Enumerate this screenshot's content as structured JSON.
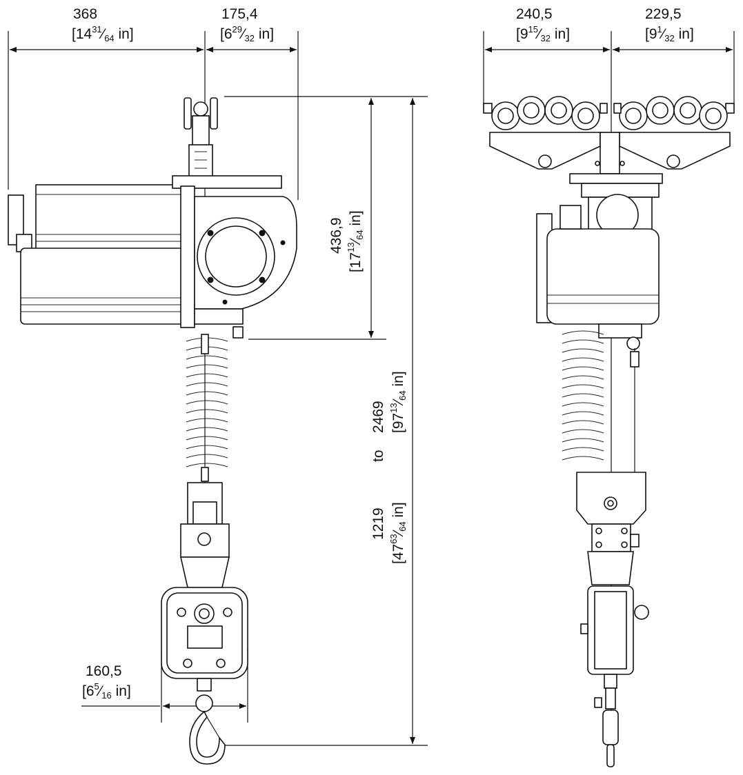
{
  "dimensions": {
    "width_left": {
      "mm": "368",
      "in_whole": "14",
      "in_num": "31",
      "in_den": "64",
      "unit": "in"
    },
    "width_right": {
      "mm": "175,4",
      "in_whole": "6",
      "in_num": "29",
      "in_den": "32",
      "unit": "in"
    },
    "width_trolley_left": {
      "mm": "240,5",
      "in_whole": "9",
      "in_num": "15",
      "in_den": "32",
      "unit": "in"
    },
    "width_trolley_right": {
      "mm": "229,5",
      "in_whole": "9",
      "in_num": "1",
      "in_den": "32",
      "unit": "in"
    },
    "height_body": {
      "mm": "436,9",
      "in_whole": "17",
      "in_num": "13",
      "in_den": "64",
      "unit": "in"
    },
    "height_max": {
      "mm": "2469",
      "in_whole": "97",
      "in_num": "13",
      "in_den": "64",
      "unit": "in"
    },
    "height_min": {
      "mm": "1219",
      "in_whole": "47",
      "in_num": "63",
      "in_den": "64",
      "unit": "in"
    },
    "range_word": "to",
    "width_handle": {
      "mm": "160,5",
      "in_whole": "6",
      "in_num": "5",
      "in_den": "16",
      "unit": "in"
    }
  }
}
